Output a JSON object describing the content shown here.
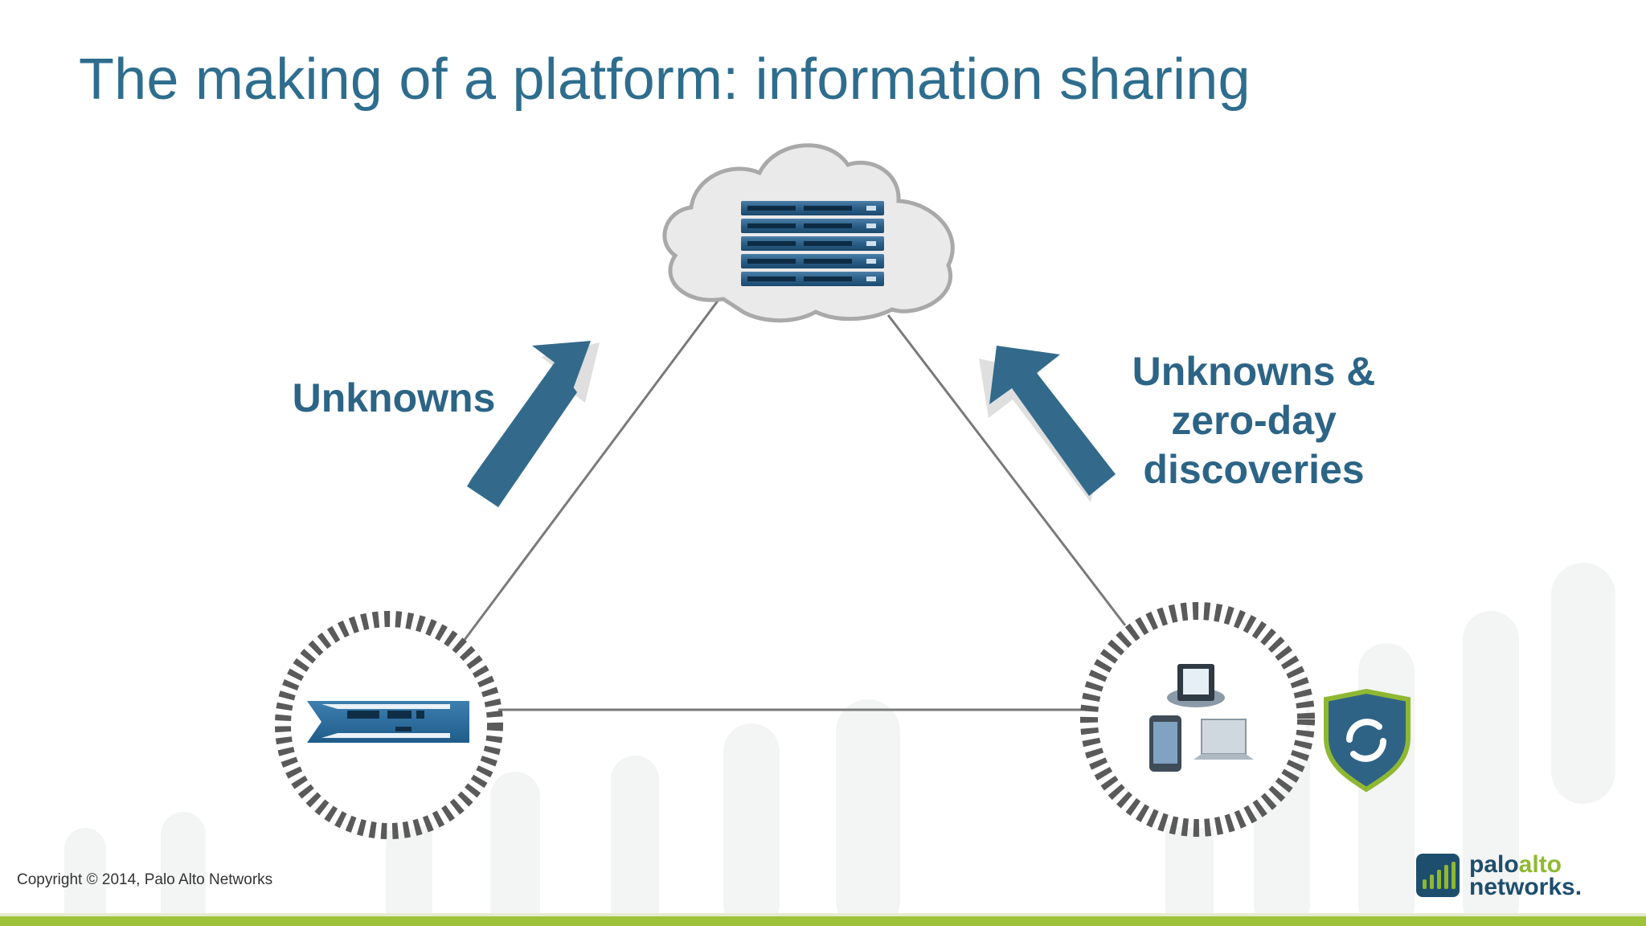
{
  "slide": {
    "title": "The making of a platform: information sharing",
    "copyright": "Copyright © 2014, Palo Alto Networks"
  },
  "diagram": {
    "nodes": [
      {
        "id": "cloud",
        "icon": "server-stack-icon"
      },
      {
        "id": "firewall",
        "icon": "firewall-appliance-icon"
      },
      {
        "id": "endpoints",
        "icon": "endpoint-devices-icon"
      }
    ],
    "arrows": [
      {
        "from": "firewall",
        "to": "cloud",
        "label": "Unknowns"
      },
      {
        "from": "endpoints",
        "to": "cloud",
        "label_lines": [
          "Unknowns &",
          "zero-day",
          "discoveries"
        ]
      }
    ]
  },
  "logo": {
    "word1a": "palo",
    "word1b": "alto",
    "word2": "networks."
  },
  "colors": {
    "title": "#2e6d8e",
    "arrow": "#336a8b",
    "label": "#2c6486",
    "footer": "#9ec23a",
    "cloud_fill": "#eaeaea",
    "cloud_stroke": "#a9a9a9",
    "line": "#7a7a7a"
  }
}
